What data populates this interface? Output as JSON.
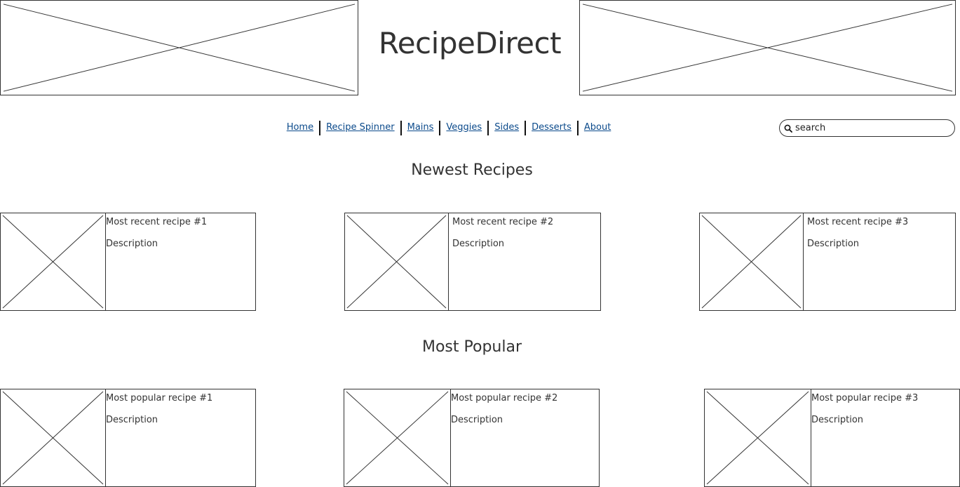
{
  "header": {
    "logo_text": "RecipeDirect"
  },
  "nav": {
    "items": [
      {
        "label": "Home"
      },
      {
        "label": "Recipe Spinner"
      },
      {
        "label": "Mains"
      },
      {
        "label": "Veggies"
      },
      {
        "label": "Sides"
      },
      {
        "label": "Desserts"
      },
      {
        "label": "About"
      }
    ]
  },
  "search": {
    "icon": "search-icon",
    "placeholder": "search"
  },
  "newest": {
    "title": "Newest Recipes",
    "cards": [
      {
        "title": "Most recent recipe #1",
        "description": "Description"
      },
      {
        "title": "Most recent recipe #2",
        "description": "Description"
      },
      {
        "title": "Most recent recipe #3",
        "description": "Description"
      }
    ]
  },
  "popular": {
    "title": "Most Popular",
    "cards": [
      {
        "title": "Most popular recipe #1",
        "description": "Description"
      },
      {
        "title": "Most popular recipe #2",
        "description": "Description"
      },
      {
        "title": "Most popular recipe #3",
        "description": "Description"
      }
    ]
  }
}
